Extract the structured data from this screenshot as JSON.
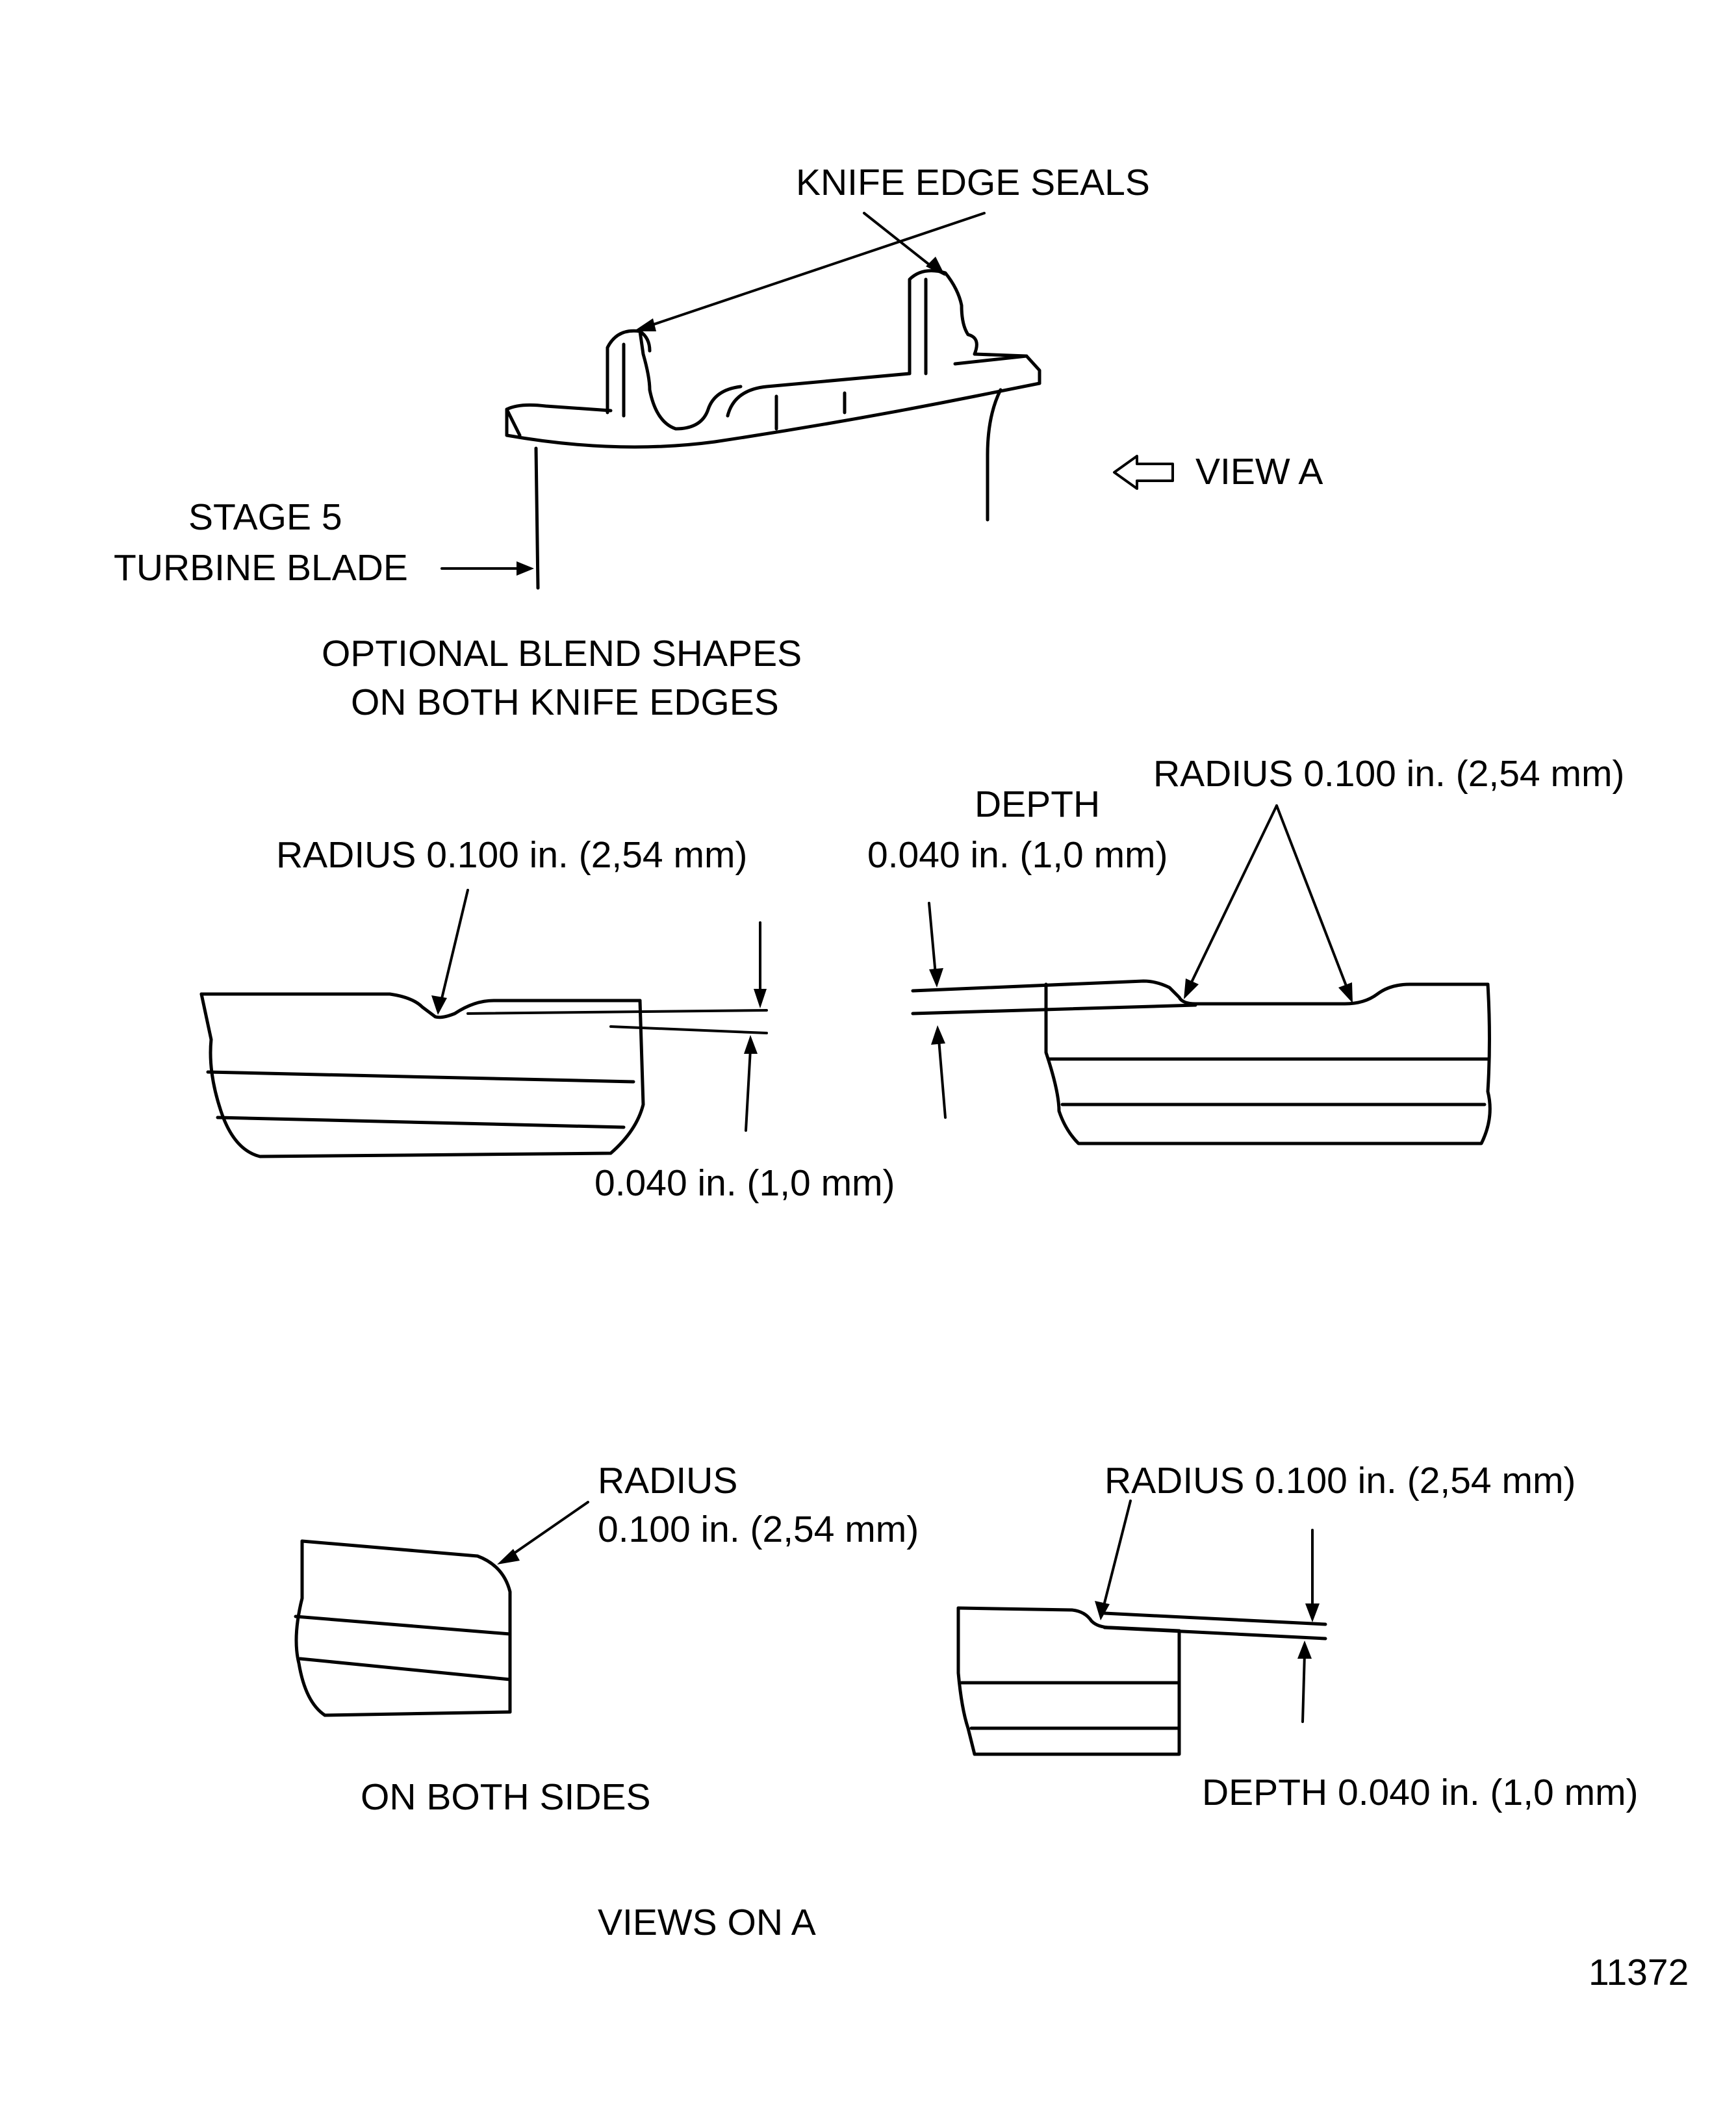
{
  "labels": {
    "knife_edge_seals": "KNIFE EDGE SEALS",
    "view_a": "VIEW A",
    "stage_5": "STAGE 5",
    "turbine_blade": "TURBINE BLADE",
    "optional_line1": "OPTIONAL BLEND SHAPES",
    "optional_line2": "ON BOTH KNIFE EDGES",
    "left_radius": "RADIUS 0.100 in. (2,54 mm)",
    "left_depth": "0.040 in. (1,0 mm)",
    "right_depth_word": "DEPTH",
    "right_depth_value": "0.040 in. (1,0 mm)",
    "right_radius": "RADIUS 0.100 in. (2,54 mm)",
    "bottom_left_radius_word": "RADIUS",
    "bottom_left_radius_value": "0.100 in. (2,54 mm)",
    "bottom_right_radius": "RADIUS 0.100 in. (2,54 mm)",
    "on_both_sides": "ON BOTH SIDES",
    "bottom_right_depth": "DEPTH 0.040 in. (1,0 mm)",
    "views_on_a": "VIEWS ON A",
    "figure_number": "11372"
  }
}
